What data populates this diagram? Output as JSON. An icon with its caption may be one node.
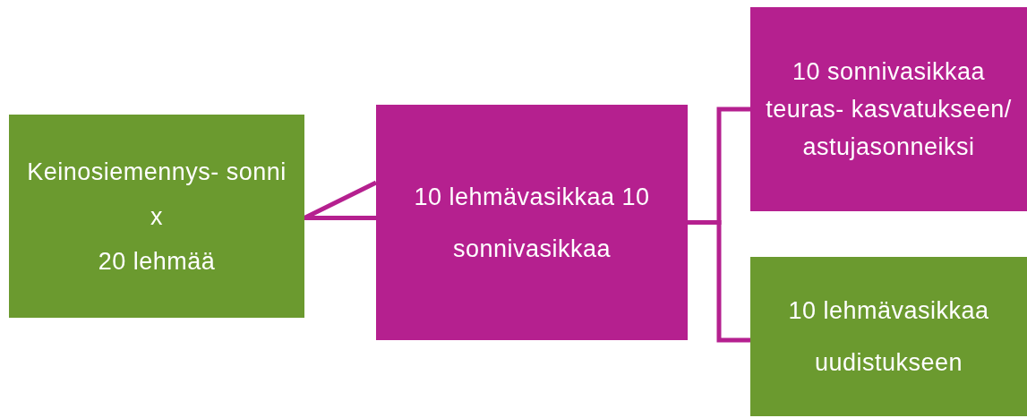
{
  "diagram": {
    "nodes": [
      {
        "text": [
          "Keinosiemennys- sonni",
          "x",
          "20 lehmää"
        ]
      },
      {
        "text": [
          "10 lehmävasikkaa 10 sonnivasikkaa"
        ]
      },
      {
        "text": [
          "10 sonnivasikkaa teuras- kasvatukseen/ astujasonneiksi"
        ]
      },
      {
        "text": [
          "10 lehmävasikkaa uudistukseen"
        ]
      }
    ],
    "edges": [
      {
        "from": 0,
        "to": 1,
        "arrow": "none"
      },
      {
        "from": 1,
        "to": 2,
        "arrow": "none"
      },
      {
        "from": 1,
        "to": 3,
        "arrow": "none"
      }
    ]
  }
}
